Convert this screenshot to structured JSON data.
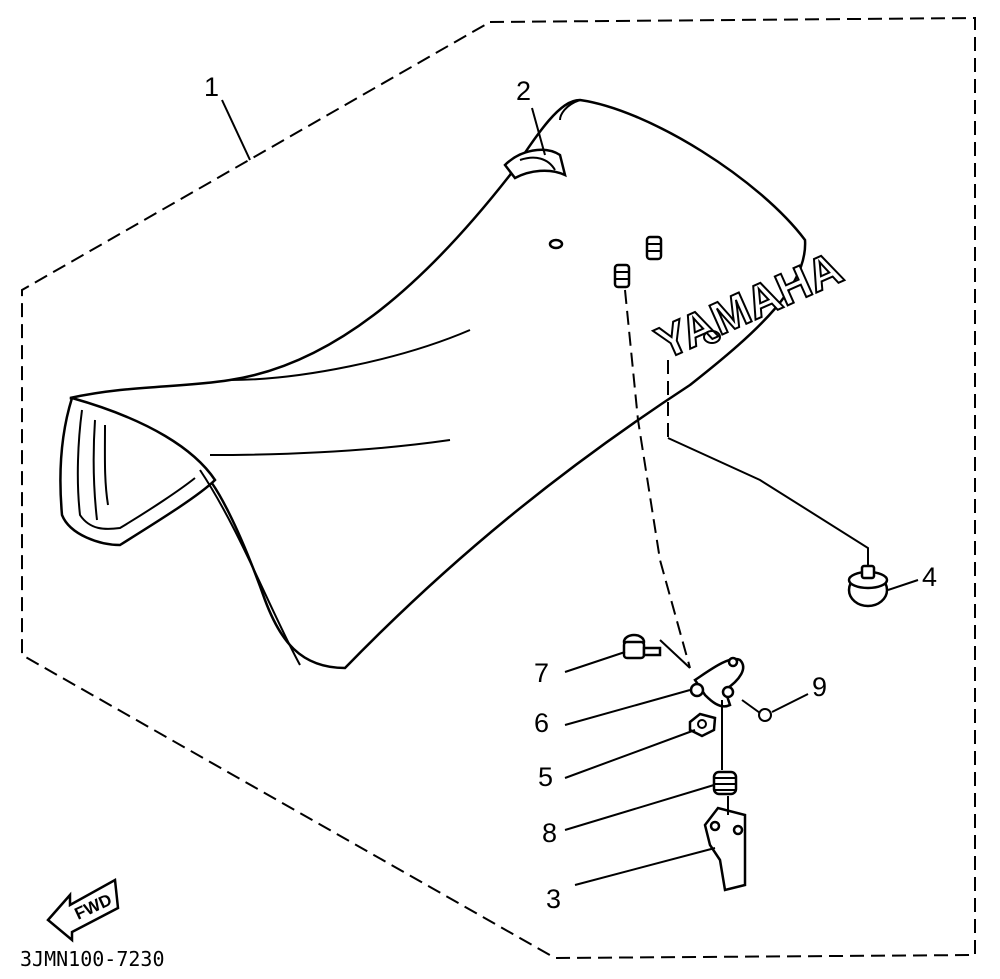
{
  "diagram": {
    "part_labels": {
      "p1": "1",
      "p2": "2",
      "p3": "3",
      "p4": "4",
      "p5": "5",
      "p6": "6",
      "p7": "7",
      "p8": "8",
      "p9": "9"
    },
    "brand_text": "YAMAHA",
    "fwd_label": "FWD",
    "drawing_code": "3JMN100-7230"
  }
}
